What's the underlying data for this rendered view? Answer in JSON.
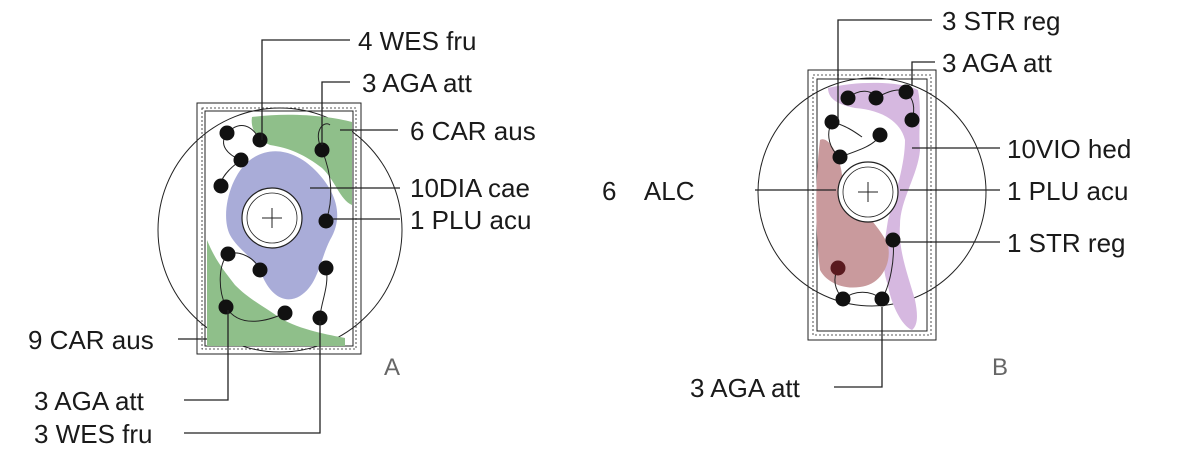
{
  "diagrams": [
    {
      "letter": "A",
      "labels": {
        "wes_top": "4 WES fru",
        "aga_top": "3 AGA att",
        "car_top": "6 CAR aus",
        "dia": "10DIA cae",
        "plu": "1 PLU acu",
        "car_bottom": "9 CAR aus",
        "aga_bottom": "3 AGA att",
        "wes_bottom": "3 WES fru"
      },
      "colors": {
        "car": "#8fbf8a",
        "dia": "#a9acd8"
      }
    },
    {
      "letter": "B",
      "labels": {
        "str_top": "3 STR reg",
        "aga_top": "3 AGA att",
        "vio": "10VIO hed",
        "alc": "6    ALC",
        "plu": "1 PLU acu",
        "str_right": "1 STR reg",
        "aga_bottom": "3 AGA att"
      },
      "colors": {
        "vio": "#d6b8e0",
        "alc": "#c99a9d",
        "dark_dot": "#5a1a1f"
      }
    }
  ]
}
